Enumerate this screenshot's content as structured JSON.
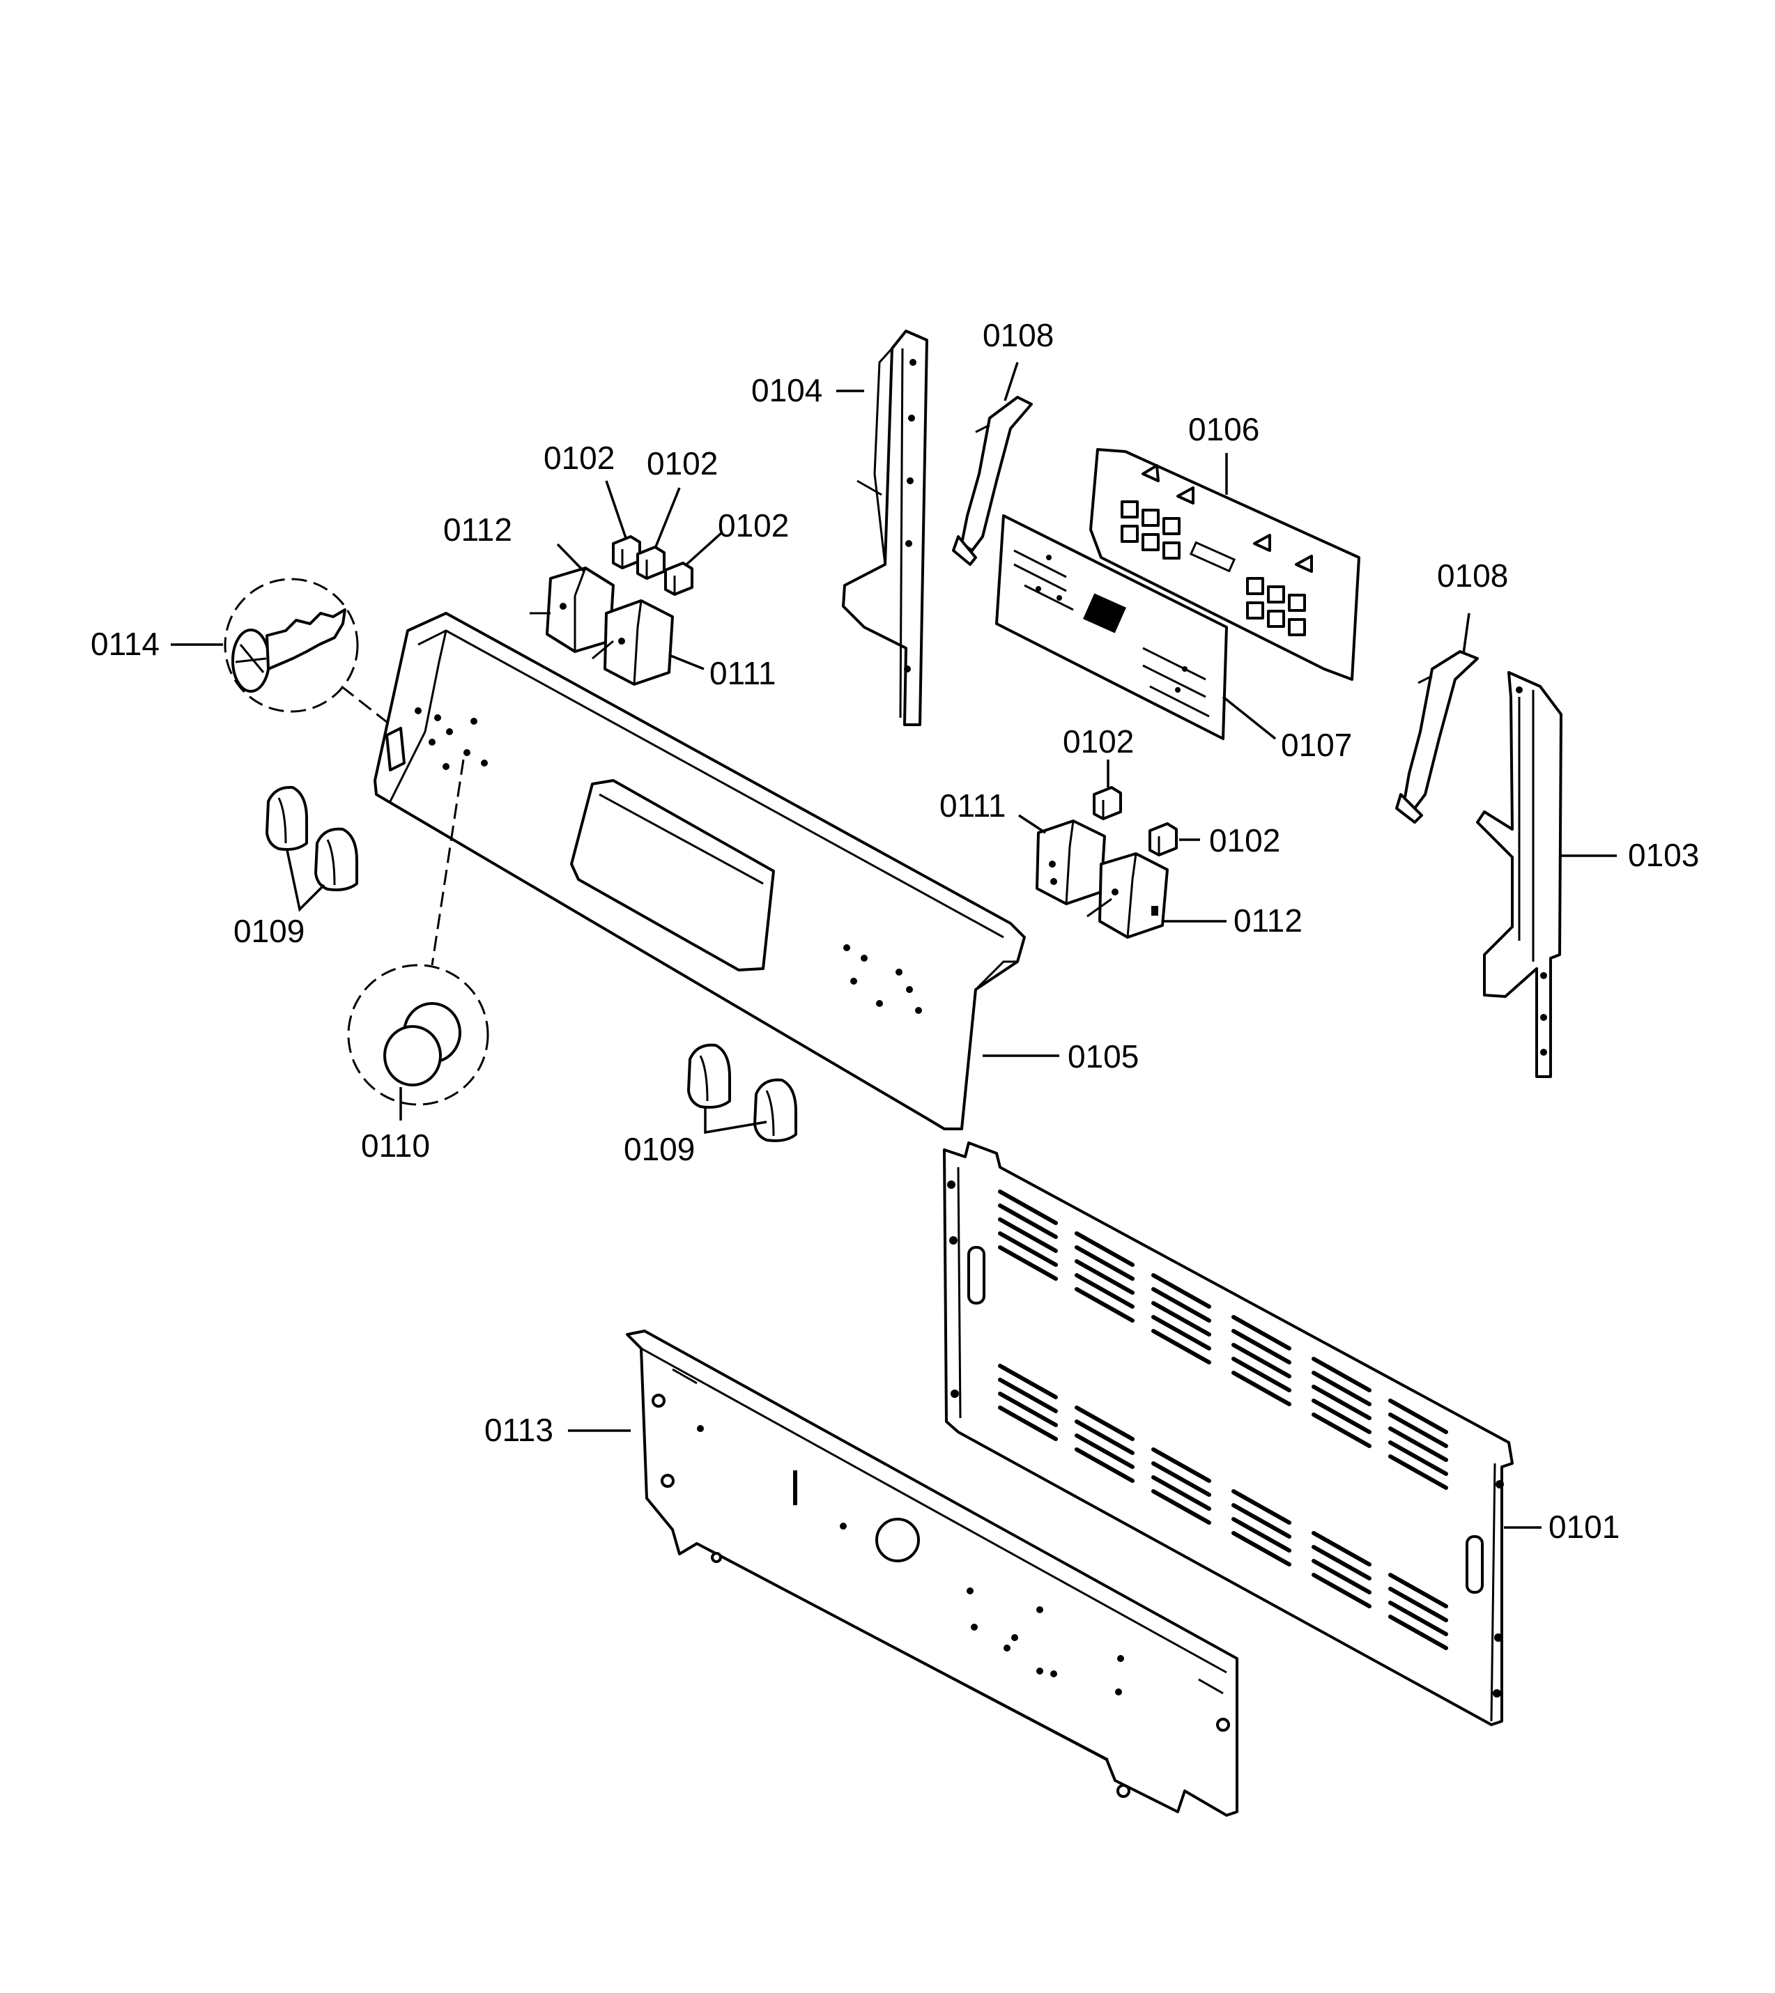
{
  "callouts": {
    "c0104": "0104",
    "c0108a": "0108",
    "c0106": "0106",
    "c0102a": "0102",
    "c0102b": "0102",
    "c0102c": "0102",
    "c0112a": "0112",
    "c0111a": "0111",
    "c0114": "0114",
    "c0108b": "0108",
    "c0107": "0107",
    "c0102d": "0102",
    "c0111b": "0111",
    "c0102e": "0102",
    "c0103": "0103",
    "c0112b": "0112",
    "c0109a": "0109",
    "c0105": "0105",
    "c0110": "0110",
    "c0109b": "0109",
    "c0113": "0113",
    "c0101": "0101"
  }
}
